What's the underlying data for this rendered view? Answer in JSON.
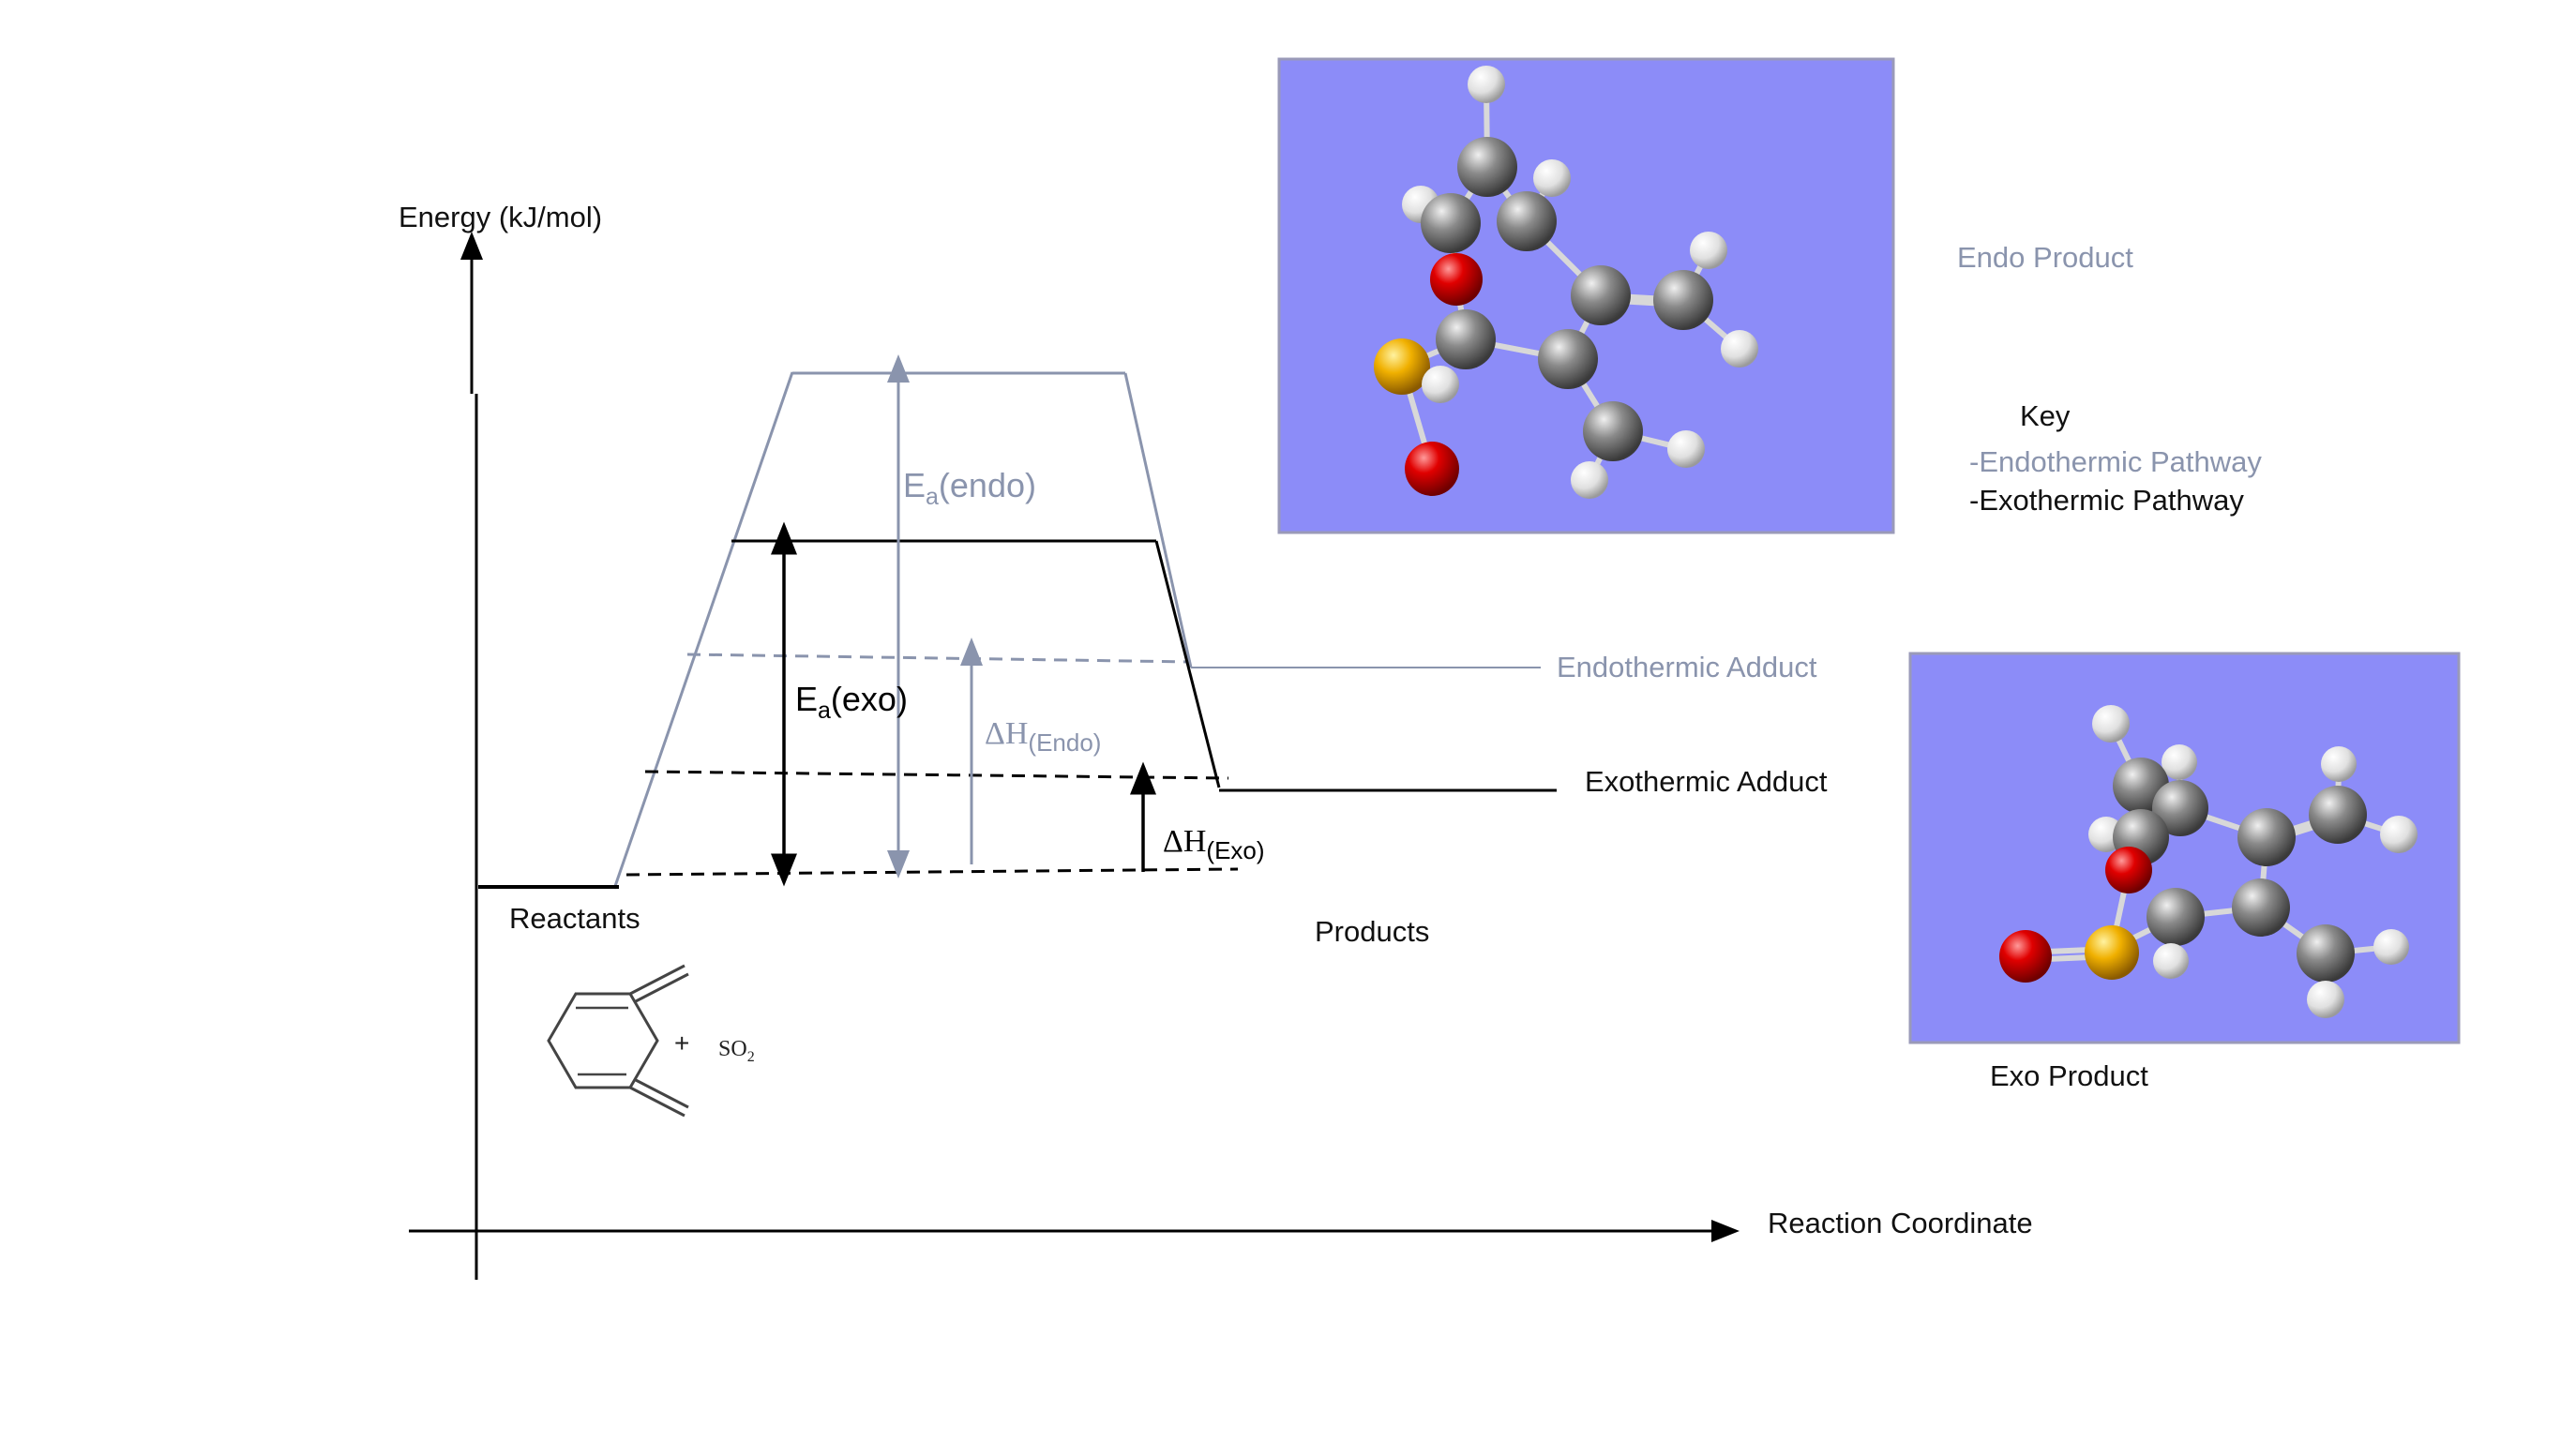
{
  "axes": {
    "y_label": "Energy (kJ/mol)",
    "x_label": "Reaction Coordinate"
  },
  "labels": {
    "reactants": "Reactants",
    "products": "Products",
    "endo_adduct": "Endothermic Adduct",
    "exo_adduct": "Exothermic Adduct",
    "ea_endo_main": "E",
    "ea_endo_sub": "a",
    "ea_endo_rest": "(endo)",
    "ea_exo_main": "E",
    "ea_exo_sub": "a",
    "ea_exo_rest": "(exo)",
    "dh_endo_main": "ΔH",
    "dh_endo_sub": "(Endo)",
    "dh_exo_main": "ΔH",
    "dh_exo_sub": "(Exo)",
    "plus": "+",
    "so2_main": "SO",
    "so2_sub": "2"
  },
  "key": {
    "title": "Key",
    "endo": "-Endothermic Pathway",
    "exo": "-Exothermic Pathway"
  },
  "products": {
    "endo_caption": "Endo Product",
    "exo_caption": "Exo Product"
  },
  "colors": {
    "endo": "#8a94ad",
    "exo": "#000000",
    "panel": "#8c8cf8"
  }
}
